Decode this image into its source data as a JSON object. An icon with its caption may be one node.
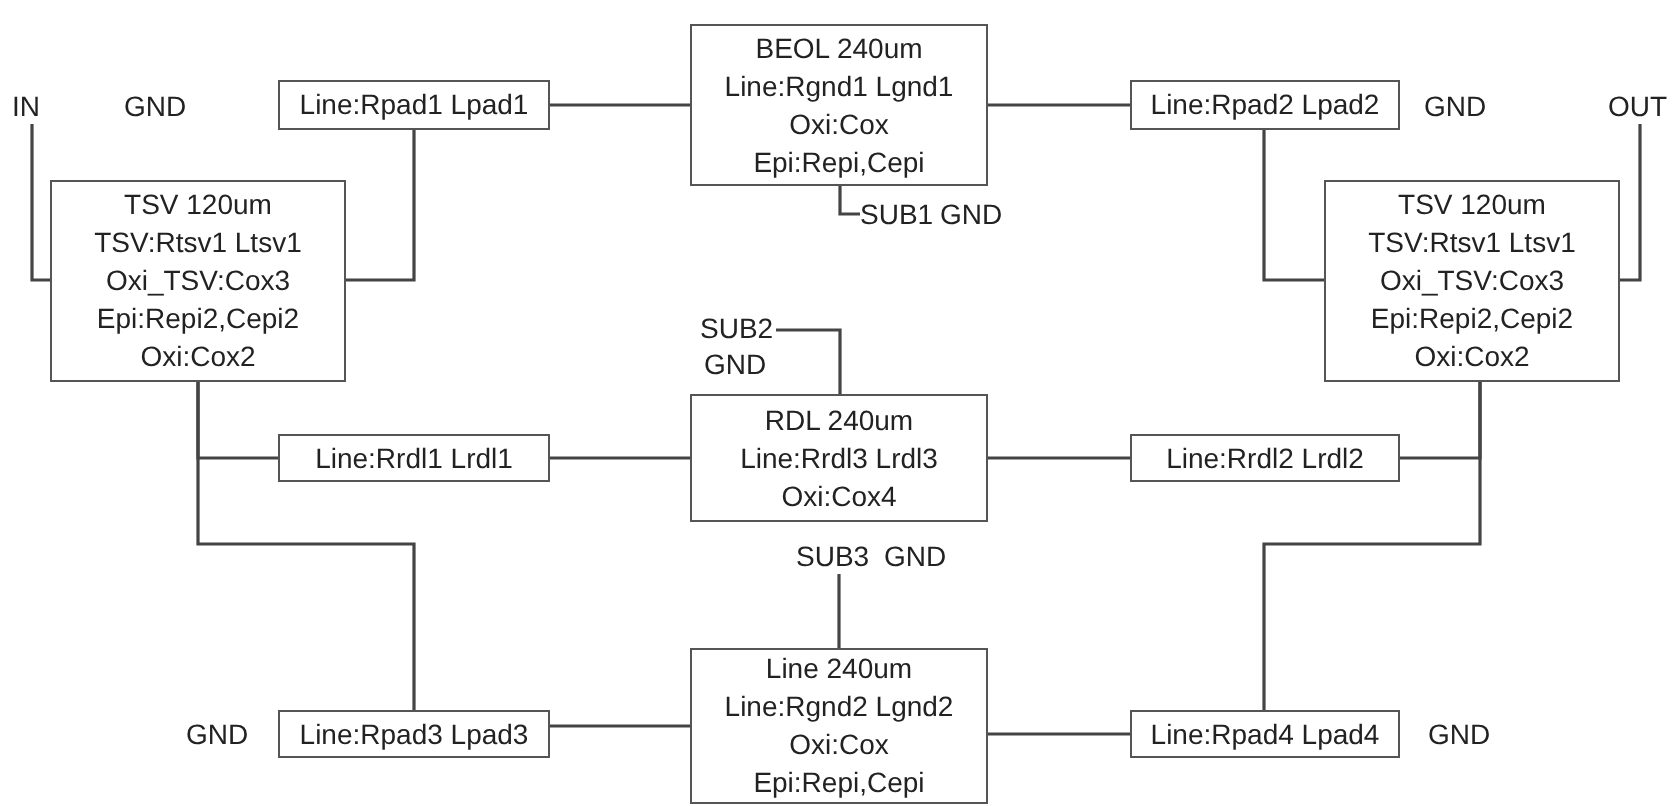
{
  "diagram": {
    "nodes": [
      {
        "text": [
          "IN"
        ]
      },
      {
        "text": [
          "Line:Rpad1 Lpad1"
        ]
      },
      {
        "text": [
          "BEOL 240um",
          "Line:Rgnd1 Lgnd1",
          "Oxi:Cox",
          "Epi:Repi,Cepi"
        ]
      },
      {
        "text": [
          "Line:Rpad2 Lpad2"
        ]
      },
      {
        "text": [
          "OUT"
        ]
      },
      {
        "text": [
          "TSV 120um",
          "TSV:Rtsv1 Ltsv1",
          "Oxi_TSV:Cox3",
          "Epi:Repi2,Cepi2",
          "Oxi:Cox2"
        ]
      },
      {
        "text": [
          "SUB1"
        ]
      },
      {
        "text": [
          "TSV 120um",
          "TSV:Rtsv1 Ltsv1",
          "Oxi_TSV:Cox3",
          "Epi:Repi2,Cepi2",
          "Oxi:Cox2"
        ]
      },
      {
        "text": [
          "SUB2"
        ]
      },
      {
        "text": [
          "Line:Rrdl1 Lrdl1"
        ]
      },
      {
        "text": [
          "RDL 240um",
          "Line:Rrdl3 Lrdl3",
          "Oxi:Cox4"
        ]
      },
      {
        "text": [
          "Line:Rrdl2 Lrdl2"
        ]
      },
      {
        "text": [
          "SUB3"
        ]
      },
      {
        "text": [
          "Line:Rpad3 Lpad3"
        ]
      },
      {
        "text": [
          "Line 240um",
          "Line:Rgnd2 Lgnd2",
          "Oxi:Cox",
          "Epi:Repi,Cepi"
        ]
      },
      {
        "text": [
          "Line:Rpad4 Lpad4"
        ]
      }
    ],
    "edges": [
      {
        "from": 1,
        "to": 2,
        "arrow": "none"
      },
      {
        "from": 2,
        "to": 3,
        "arrow": "none"
      },
      {
        "from": 1,
        "to": 5,
        "arrow": "none"
      },
      {
        "from": 3,
        "to": 7,
        "arrow": "none"
      },
      {
        "from": 0,
        "to": 5,
        "arrow": "none"
      },
      {
        "from": 4,
        "to": 7,
        "arrow": "none"
      },
      {
        "from": 2,
        "to": 6,
        "arrow": "none"
      },
      {
        "from": 8,
        "to": 10,
        "arrow": "none"
      },
      {
        "from": 5,
        "to": 9,
        "arrow": "none"
      },
      {
        "from": 5,
        "to": 13,
        "arrow": "none"
      },
      {
        "from": 9,
        "to": 10,
        "arrow": "none"
      },
      {
        "from": 10,
        "to": 11,
        "arrow": "none"
      },
      {
        "from": 7,
        "to": 11,
        "arrow": "none"
      },
      {
        "from": 7,
        "to": 15,
        "arrow": "none"
      },
      {
        "from": 12,
        "to": 14,
        "arrow": "none"
      },
      {
        "from": 13,
        "to": 14,
        "arrow": "none"
      },
      {
        "from": 14,
        "to": 15,
        "arrow": "none"
      }
    ],
    "labels": [
      "GND",
      "GND",
      "GND",
      "GND",
      "GND",
      "GND",
      "GND"
    ]
  }
}
